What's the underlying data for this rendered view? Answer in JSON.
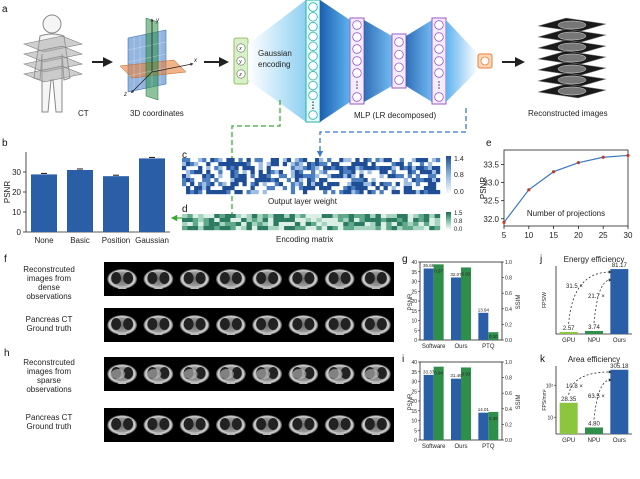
{
  "panels": {
    "a": "a",
    "b": "b",
    "c": "c",
    "d": "d",
    "e": "e",
    "f": "f",
    "g": "g",
    "h": "h",
    "i": "i",
    "j": "j",
    "k": "k"
  },
  "a": {
    "ct": "CT",
    "coords": "3D coordinates",
    "axis_x": "x",
    "axis_y": "y",
    "axis_z": "z",
    "gaussian": "Gaussian",
    "encoding": "encoding",
    "mlp": "MLP (LR decomposed)",
    "recon": "Reconstructed images"
  },
  "c": {
    "caption": "Output layer weight",
    "ticks": [
      "1.4",
      "0.8",
      "0.0"
    ]
  },
  "d": {
    "caption": "Encoding matrix",
    "ticks": [
      "1.5",
      "0.8",
      "0.0"
    ]
  },
  "f": {
    "row1": [
      "Reconstrcuted",
      "images from",
      "dense",
      "observations"
    ],
    "row2": [
      "Pancreas CT",
      "Ground truth"
    ]
  },
  "h": {
    "row1": [
      "Reconstrcuted",
      "images from",
      "sparse",
      "observations"
    ],
    "row2": [
      "Pancreas CT",
      "Ground truth"
    ]
  },
  "colors": {
    "blue": "#2a5fa8",
    "green": "#2f8f4a",
    "light_green": "#8cc63f",
    "orange": "#e8813a",
    "teal": "#24b3a8",
    "purple": "#9b59c8",
    "dash_green": "#3aaa35",
    "dash_blue": "#3b78c4",
    "line_red": "#c0392b"
  },
  "chart_data": [
    {
      "id": "b",
      "type": "bar",
      "ylabel": "PSNR",
      "categories": [
        "None",
        "Basic",
        "Position",
        "Gaussian"
      ],
      "values": [
        28.8,
        31.0,
        27.9,
        36.8
      ],
      "ylim": [
        0,
        40
      ],
      "yticks": [
        "0",
        "10",
        "20",
        "30"
      ]
    },
    {
      "id": "e",
      "type": "line",
      "ylabel": "PSNR",
      "xlabel": "Number of projections",
      "x": [
        5,
        10,
        15,
        20,
        25,
        30
      ],
      "y": [
        31.9,
        32.8,
        33.3,
        33.55,
        33.7,
        33.75
      ],
      "xlim": [
        5,
        30
      ],
      "ylim": [
        31.8,
        33.9
      ],
      "yticks": [
        "32.0",
        "32.5",
        "33.0",
        "33.5"
      ],
      "xticks": [
        "5",
        "10",
        "15",
        "20",
        "25",
        "30"
      ]
    },
    {
      "id": "g",
      "type": "bar",
      "ylabel": "PSNR",
      "y2label": "SSIM",
      "categories": [
        "Software",
        "Ours",
        "PTQ"
      ],
      "series": [
        {
          "values": [
            36.66,
            32.07,
            13.94
          ],
          "labels": [
            "36.66",
            "32.07",
            "13.94"
          ]
        },
        {
          "values": [
            0.97,
            0.93,
            0.1
          ],
          "labels": [
            "0.97",
            "0.93",
            "0.10"
          ]
        }
      ],
      "ylim": [
        0,
        40
      ],
      "y2lim": [
        0,
        1.0
      ],
      "yticks": [
        "0",
        "5",
        "10",
        "15",
        "20",
        "25",
        "30",
        "35",
        "40"
      ],
      "y2ticks": [
        "0.0",
        "0.2",
        "0.4",
        "0.6",
        "0.8",
        "1.0"
      ]
    },
    {
      "id": "i",
      "type": "bar",
      "ylabel": "PSNR",
      "y2label": "SSIM",
      "categories": [
        "Software",
        "Ours",
        "PTQ"
      ],
      "series": [
        {
          "values": [
            33.37,
            31.46,
            14.01
          ],
          "labels": [
            "33.37",
            "31.46",
            "14.01"
          ]
        },
        {
          "values": [
            0.94,
            0.93,
            0.36
          ],
          "labels": [
            "0.94",
            "0.93",
            "0.36"
          ]
        }
      ],
      "ylim": [
        0,
        40
      ],
      "y2lim": [
        0,
        1.0
      ],
      "yticks": [
        "0",
        "5",
        "10",
        "15",
        "20",
        "25",
        "30",
        "35",
        "40"
      ],
      "y2ticks": [
        "0.0",
        "0.2",
        "0.4",
        "0.6",
        "0.8",
        "1.0"
      ]
    },
    {
      "id": "j",
      "type": "bar",
      "title": "Energy efficiency",
      "ylabel": "FPS/W",
      "categories": [
        "GPU",
        "NPU",
        "Ours"
      ],
      "values": [
        2.57,
        3.74,
        81.17
      ],
      "labels": [
        "2.57",
        "3.74",
        "81.17"
      ],
      "annotations": [
        "31.5 ×",
        "21.7 ×"
      ]
    },
    {
      "id": "k",
      "type": "bar",
      "title": "Area efficiency",
      "ylabel": "FPS/mm²",
      "scale": "log",
      "categories": [
        "GPU",
        "NPU",
        "Ours"
      ],
      "values": [
        28.35,
        4.8,
        305.18
      ],
      "labels": [
        "28.35",
        "4.80",
        "305.18"
      ],
      "annotations": [
        "10.8 ×",
        "63.5 ×"
      ],
      "yticks": [
        "10",
        "10²"
      ]
    }
  ]
}
